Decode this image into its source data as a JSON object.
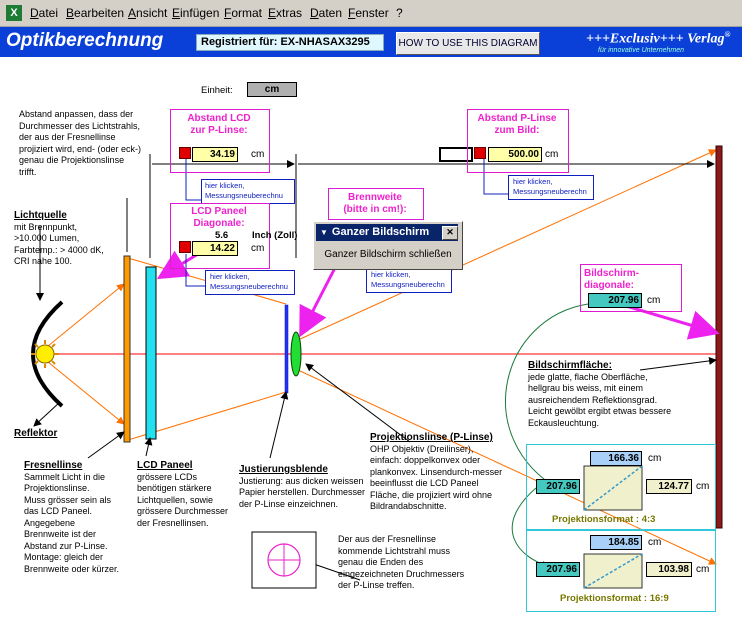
{
  "menu": {
    "app_icon": "X",
    "items": [
      "Datei",
      "Bearbeiten",
      "Ansicht",
      "Einfügen",
      "Format",
      "Extras",
      "Daten",
      "Fenster",
      "?"
    ]
  },
  "header": {
    "title": "Optikberechnung",
    "registered": "Registriert für: EX-NHASAX3295",
    "howto_label": "HOW TO USE THIS DIAGRAM",
    "brand": "+++Exclusiv+++ Verlag",
    "brand_reg": "®",
    "brand_sub": "für innovative Unternehmen"
  },
  "unit": {
    "label": "Einheit:",
    "value": "cm"
  },
  "intro_text": [
    "Abstand anpassen, dass der",
    "Durchmesser des Lichtstrahls,",
    "der aus der Fresnellinse",
    "projiziert wird, end- (oder eck-)",
    "genau die Projektionslinse",
    "trifft."
  ],
  "lcd_distance": {
    "title": [
      "Abstand LCD",
      "zur P-Linse:"
    ],
    "value": "34.19",
    "unit": "cm",
    "hint": [
      "hier klicken,",
      "Messungsneuberechnu"
    ]
  },
  "plens_distance": {
    "title": [
      "Abstand P-Linse",
      "zum Bild:"
    ],
    "value": "500.00",
    "unit": "cm",
    "hint": [
      "hier klicken,",
      "Messungsneuberechn"
    ]
  },
  "lcd_diagonal": {
    "title": [
      "LCD Paneel",
      "Diagonale:"
    ],
    "inch_value": "5.6",
    "inch_unit": "Inch (Zoll)",
    "value": "14.22",
    "unit": "cm",
    "hint": [
      "hier klicken,",
      "Messungsneuberechnu"
    ]
  },
  "focal": {
    "title": [
      "Brennweite",
      "(bitte in cm!):"
    ],
    "hint": [
      "hier klicken,",
      "Messungsneuberechn"
    ]
  },
  "popup": {
    "title": "Ganzer Bildschirm",
    "close": "✕",
    "button": "Ganzer Bildschirm schließen"
  },
  "screen_diagonal": {
    "title": [
      "Bildschirm-",
      "diagonale:"
    ],
    "value": "207.96",
    "unit": "cm"
  },
  "lightsource": {
    "heading": "Lichtquelle",
    "lines": [
      "mit Brennpunkt,",
      ">10.000 Lumen,",
      "Farbtemp.: > 4000 dK,",
      "CRI nahe 100."
    ]
  },
  "reflector": {
    "heading": "Reflektor"
  },
  "fresnel": {
    "heading": "Fresnellinse",
    "lines": [
      "Sammelt Licht in die",
      "Projektionslinse.",
      "Muss grösser sein als",
      "das LCD Paneel.",
      "Angegebene",
      "Brennweite ist der",
      "Abstand zur P-Linse.",
      "Montage: gleich der",
      "Brennweite oder kürzer."
    ]
  },
  "lcd_panel": {
    "heading": "LCD Paneel",
    "lines": [
      "grössere LCDs",
      "benötigen stärkere",
      "Lichtquellen, sowie",
      "grössere Durchmesser",
      "der Fresnellinsen."
    ]
  },
  "aperture": {
    "heading": "Justierungsblende",
    "lines": [
      "Justierung: aus dicken weissen",
      "Papier herstellen. Durchmesser",
      "der P-Linse einzeichnen."
    ]
  },
  "plens": {
    "heading": "Projektionslinse (P-Linse)",
    "lines": [
      "OHP Objektiv (Dreilinser),",
      "einfach: doppelkonvex oder",
      "plankonvex. Linsendurch-messer",
      "beeinflusst die LCD Paneel",
      "Fläche, die projiziert wird ohne",
      "Bildrandabschnitte."
    ]
  },
  "screen_surface": {
    "heading": "Bildschirmfläche:",
    "lines": [
      "jede glatte, flache Oberfläche,",
      "hellgrau bis weiss, mit einem",
      "ausreichendem Reflektionsgrad.",
      "Leicht gewölbt ergibt etwas bessere",
      "Eckausleuchtung."
    ]
  },
  "beam_note": [
    "Der aus der Fresnellinse",
    "kommende Lichtstrahl muss",
    "genau die Enden des",
    "eingezeichneten Druchmessers",
    "der P-Linse treffen."
  ],
  "format_43": {
    "width": "166.36",
    "height": "124.77",
    "diagonal": "207.96",
    "unit": "cm",
    "label": "Projektionsformat : 4:3"
  },
  "format_169": {
    "width": "184.85",
    "height": "103.98",
    "diagonal": "207.96",
    "unit": "cm",
    "label": "Projektionsformat : 16:9"
  }
}
